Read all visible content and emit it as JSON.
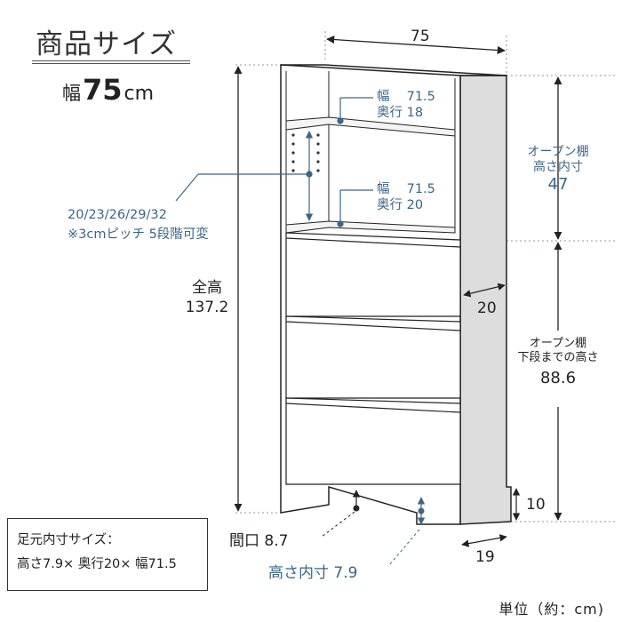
{
  "title": "商品サイズ",
  "width_label": {
    "prefix": "幅",
    "value": "75",
    "unit": "cm"
  },
  "dimensions": {
    "top_width": "75",
    "total_height_label": "全高",
    "total_height_value": "137.2",
    "open_shelf_label_1": "オープン棚",
    "open_shelf_label_2": "高さ内寸",
    "open_shelf_value": "47",
    "lower_label_1": "オープン棚",
    "lower_label_2": "下段までの高さ",
    "lower_value": "88.6",
    "side_depth": "20",
    "base_gap": "10",
    "bottom_depth": "19",
    "opening": "間口 8.7",
    "inner_height": "高さ内寸 7.9"
  },
  "shelves": {
    "upper_width": "幅　 71.5",
    "upper_depth": "奥行 18",
    "lower_width": "幅　 71.5",
    "lower_depth": "奥行 20",
    "pitch_heights": "20/23/26/29/32",
    "pitch_note": "※3cmピッチ 5段階可変"
  },
  "foot_note": {
    "title": "足元内寸サイズ：",
    "detail": "高さ7.9× 奥行20× 幅71.5"
  },
  "unit_note": "単位（約：cm)",
  "colors": {
    "accent": "#3a6688",
    "line": "#222222",
    "shelf_side": "#dddddd"
  }
}
